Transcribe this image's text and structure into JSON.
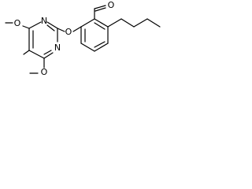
{
  "molecule": {
    "atoms": {
      "o_methoxy_top": "O",
      "n_pyrimidine_top": "N",
      "o_ether": "O",
      "o_aldehyde": "O",
      "n_pyrimidine_bottom": "N",
      "o_methoxy_bottom": "O"
    }
  }
}
